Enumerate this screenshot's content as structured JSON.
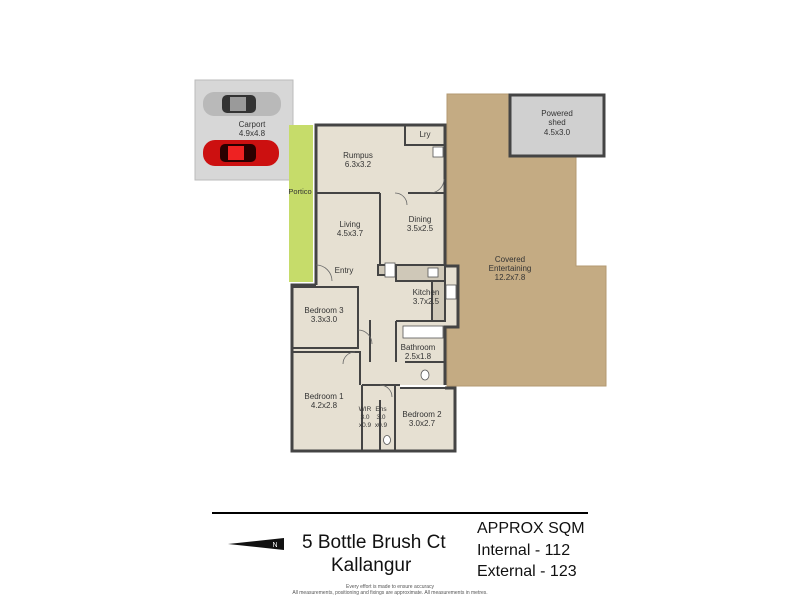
{
  "rooms": {
    "carport": {
      "name": "Carport",
      "size": "4.9x4.8"
    },
    "powered_shed": {
      "name1": "Powered",
      "name2": "shed",
      "size": "4.5x3.0"
    },
    "lry": {
      "name": "Lry"
    },
    "rumpus": {
      "name": "Rumpus",
      "size": "6.3x3.2"
    },
    "portico": {
      "name": "Portico"
    },
    "living": {
      "name": "Living",
      "size": "4.5x3.7"
    },
    "dining": {
      "name": "Dining",
      "size": "3.5x2.5"
    },
    "entry": {
      "name": "Entry"
    },
    "kitchen": {
      "name": "Kitchen",
      "size": "3.7x2.5"
    },
    "covered_entertaining": {
      "name1": "Covered",
      "name2": "Entertaining",
      "size": "12.2x7.8"
    },
    "bedroom3": {
      "name": "Bedroom 3",
      "size": "3.3x3.0"
    },
    "bathroom": {
      "name": "Bathroom",
      "size": "2.5x1.8"
    },
    "bedroom1": {
      "name": "Bedroom 1",
      "size": "4.2x2.8"
    },
    "wir": {
      "name": "WIR",
      "size1": "3.0",
      "size2": "x0.9"
    },
    "ens": {
      "name": "Ens",
      "size1": "3.0",
      "size2": "x0.9"
    },
    "bedroom2": {
      "name": "Bedroom 2",
      "size": "3.0x2.7"
    }
  },
  "compass": {
    "letter": "N"
  },
  "address": {
    "line1": "5 Bottle Brush Ct",
    "line2": "Kallangur"
  },
  "area": {
    "title": "APPROX SQM",
    "internal": "Internal - 112",
    "external": "External - 123"
  },
  "disclaimer": {
    "line1": "Every effort is made to ensure accuracy",
    "line2": "All measurements, positioning and fixings are approximate. All measurements in metres."
  },
  "colors": {
    "floor": "#e6e0d2",
    "wall": "#444444",
    "entertaining": "#c4ab83",
    "shed": "#d0d0d0",
    "carport": "#d7d7d7",
    "portico": "#c6dc6a"
  }
}
